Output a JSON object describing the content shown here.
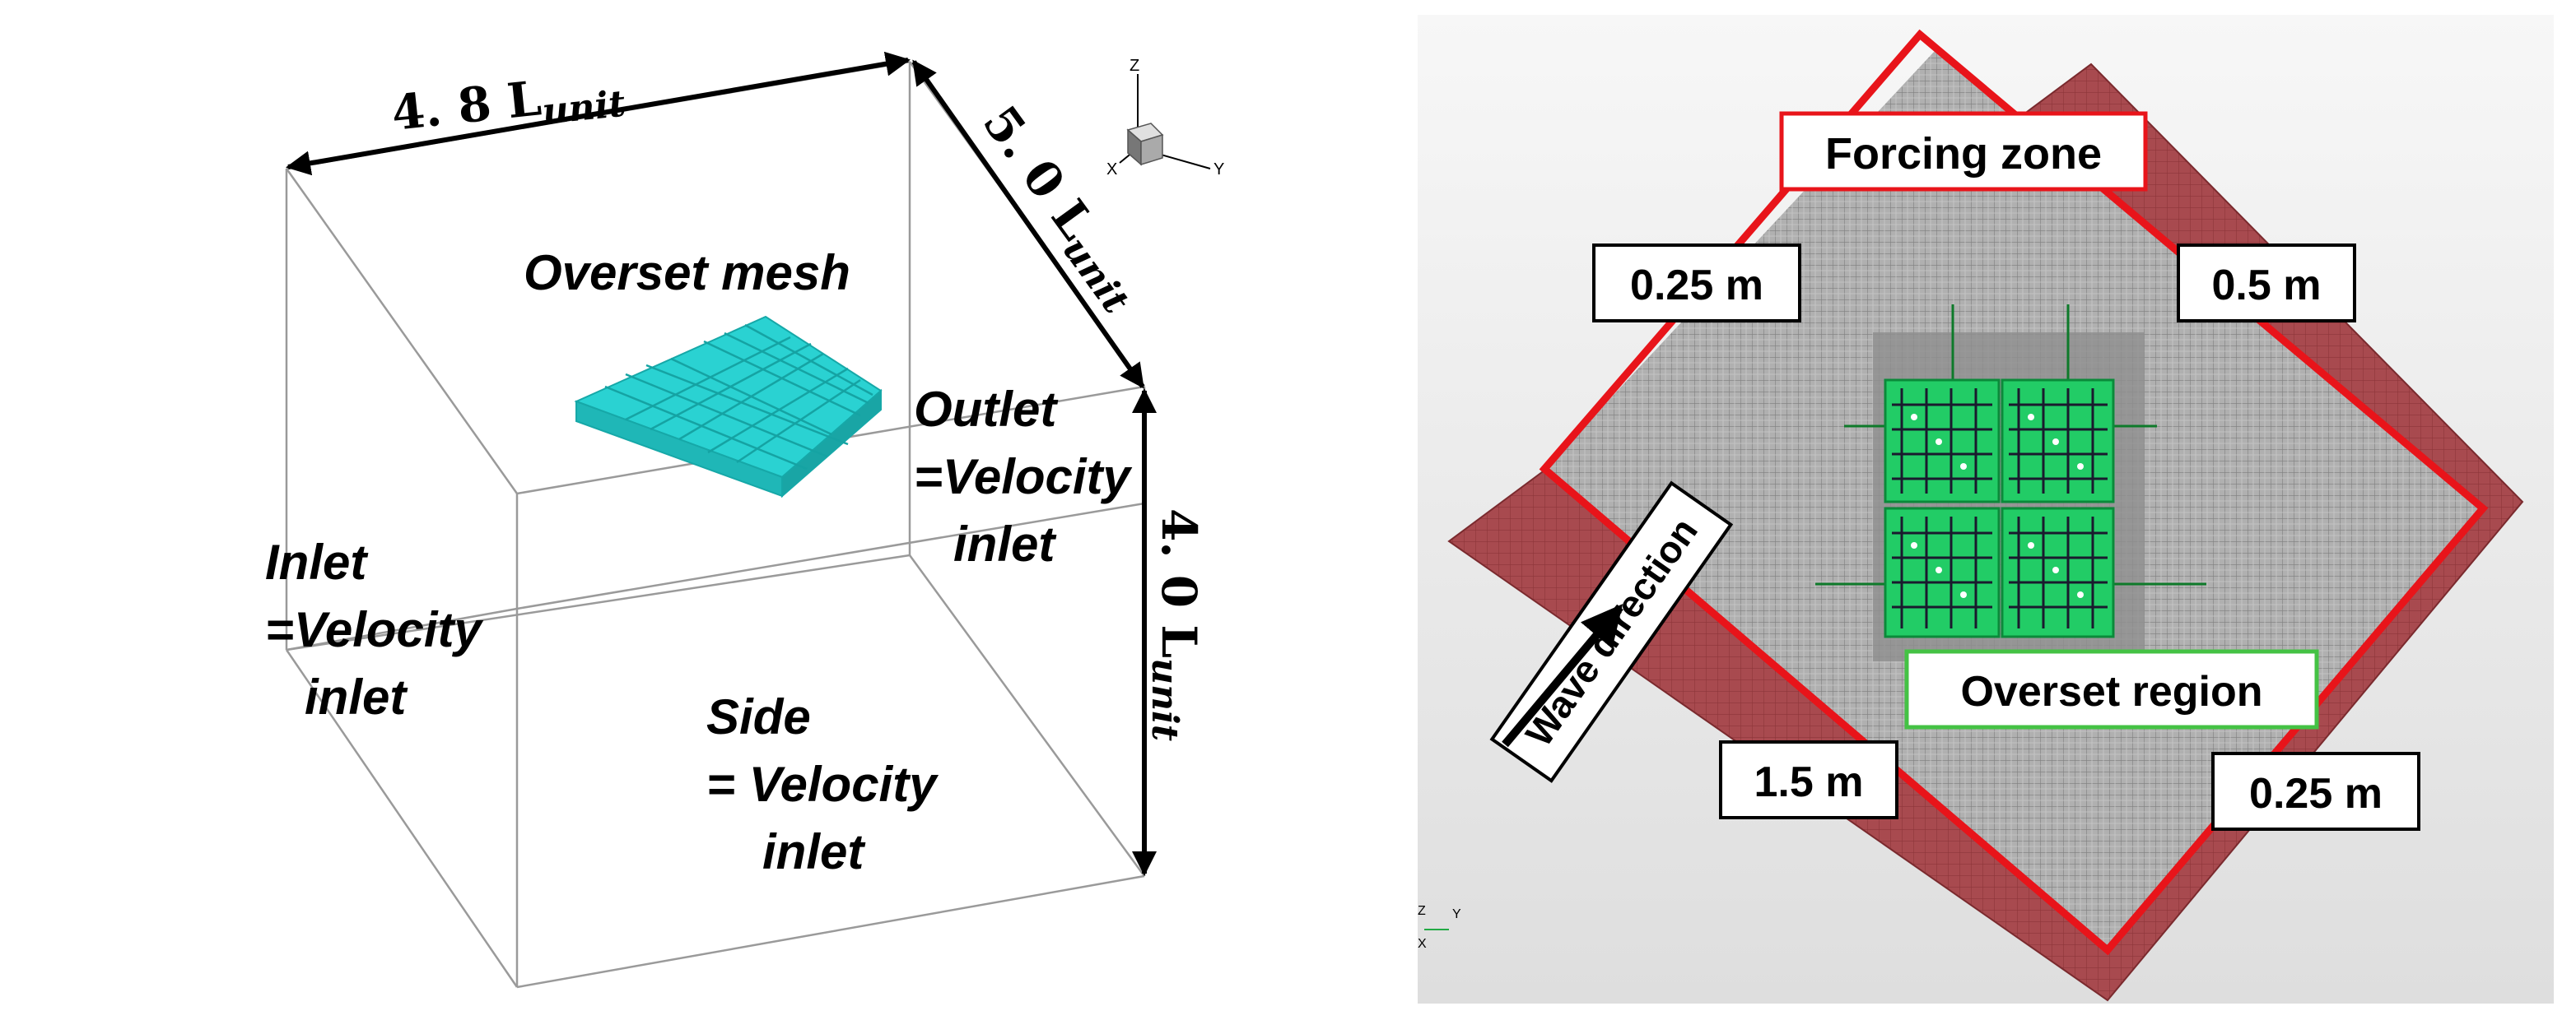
{
  "left_panel": {
    "dimensions": {
      "width": {
        "value": "4. 8 L",
        "subscript": "unit"
      },
      "depth": {
        "value": "5. 0 L",
        "subscript": "unit"
      },
      "height": {
        "value": "4. 0 L",
        "subscript": "unit"
      }
    },
    "labels": {
      "overset_mesh": "Overset mesh",
      "outlet": [
        "Outlet",
        "=Velocity",
        "inlet"
      ],
      "inlet": [
        "Inlet",
        "=Velocity",
        "inlet"
      ],
      "side": [
        "Side",
        "=  Velocity",
        "inlet"
      ]
    },
    "axis_triad": {
      "z": "Z",
      "x": "X",
      "y": "Y"
    }
  },
  "right_panel": {
    "labels": {
      "forcing_zone": "Forcing zone",
      "top_left": "0.25 m",
      "top_right": "0.5 m",
      "overset_region": "Overset region",
      "bottom_left": "1.5 m",
      "bottom_right": "0.25 m",
      "wave_direction": "Wave direction"
    },
    "axis_triad": {
      "z": "Z",
      "y": "Y",
      "x": "X"
    },
    "colors": {
      "outer_domain": "#a84a4f",
      "inner_mesh": "#a9a9a9",
      "forcing_outline": "#e8141a",
      "overset_blocks": "#22cc66",
      "overset_label_border": "#44c244"
    }
  }
}
